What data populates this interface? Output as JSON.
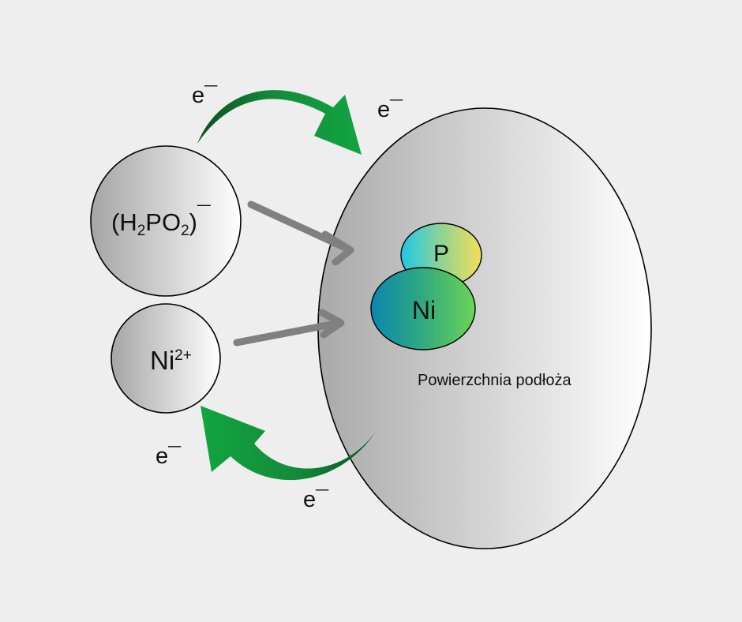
{
  "diagram": {
    "substrate": {
      "label": "Powierzchnia podłoża"
    },
    "ions": {
      "hypophosphite": {
        "open": "(H",
        "sub1": "2",
        "mid": "PO",
        "sub2": "2",
        "close": ")",
        "charge": "¯"
      },
      "nickel": {
        "base": "Ni",
        "charge": "2+"
      }
    },
    "deposit": {
      "phosphorus": "P",
      "nickel": "Ni"
    },
    "electrons": {
      "top_left": "e¯",
      "top_right": "e¯",
      "bottom_left": "e¯",
      "bottom_right": "e¯"
    },
    "colors": {
      "background": "#eeeeee",
      "arrow_green_dark": "#0e5a26",
      "arrow_green": "#12a540",
      "reaction_arrow": "#808080"
    }
  }
}
